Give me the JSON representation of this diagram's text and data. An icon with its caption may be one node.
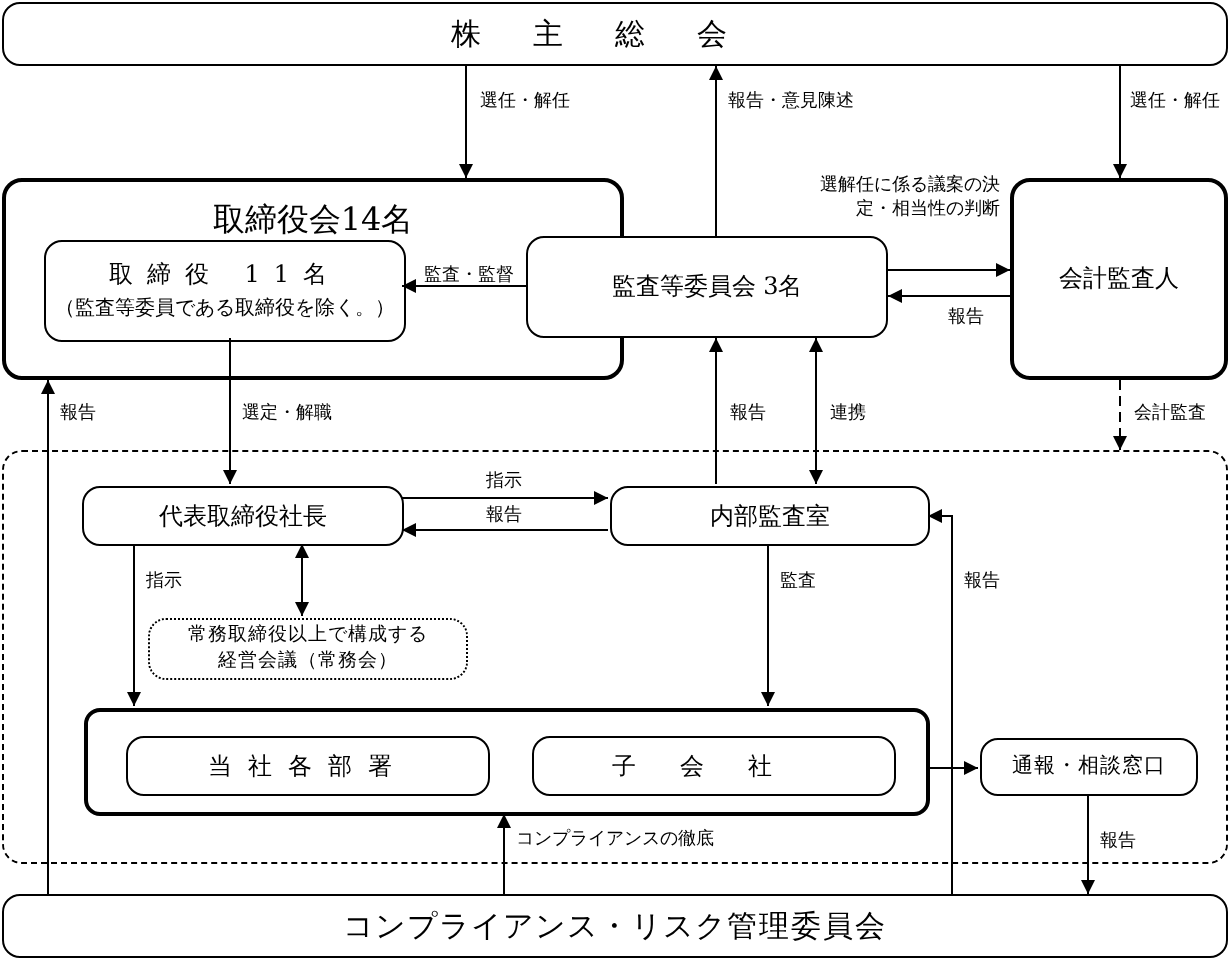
{
  "diagram": {
    "nodes": [
      {
        "text": [
          "株主総会"
        ]
      },
      {
        "text": [
          "取締役会14名"
        ]
      },
      {
        "text": [
          "取締役 11名",
          "（監査等委員である取締役を除く。）"
        ],
        "in": 1
      },
      {
        "text": [
          "監査等委員会 3名"
        ]
      },
      {
        "text": [
          "会計監査人"
        ]
      },
      {
        "text": [],
        "shape": "box"
      },
      {
        "text": [
          "代表取締役社長"
        ],
        "in": 5
      },
      {
        "text": [
          "内部監査室"
        ],
        "in": 5
      },
      {
        "text": [
          "常務取締役以上で構成する経営会議（常務会）"
        ],
        "in": 5
      },
      {
        "text": [],
        "shape": "box",
        "in": 5
      },
      {
        "text": [
          "当社各部署"
        ],
        "in": 9
      },
      {
        "text": [
          "子会社"
        ],
        "in": 9
      },
      {
        "text": [
          "通報・相談窓口"
        ],
        "in": 5
      },
      {
        "text": [
          "コンプライアンス・リスク管理委員会"
        ]
      }
    ],
    "edges": [
      {
        "from": 0,
        "to": 1,
        "arrow": "to",
        "label": "選任・解任"
      },
      {
        "from": 3,
        "to": 0,
        "arrow": "to",
        "label": "報告・意見陳述"
      },
      {
        "from": 0,
        "to": 4,
        "arrow": "to",
        "label": "選任・解任"
      },
      {
        "from": 3,
        "to": 4,
        "arrow": "to",
        "label": "選解任に係る議案の決定・相当性の判断"
      },
      {
        "from": 4,
        "to": 3,
        "arrow": "to",
        "label": "報告"
      },
      {
        "from": 3,
        "to": 2,
        "arrow": "to",
        "label": "監査・監督"
      },
      {
        "from": 2,
        "to": 6,
        "arrow": "to",
        "label": "選定・解職"
      },
      {
        "from": 7,
        "to": 3,
        "arrow": "to",
        "label": "報告"
      },
      {
        "from": 3,
        "to": 7,
        "arrow": "both",
        "label": "連携"
      },
      {
        "from": 13,
        "to": 1,
        "arrow": "to",
        "label": "報告"
      },
      {
        "from": 4,
        "to": 5,
        "arrow": "to",
        "label": "会計監査",
        "style": "dashed"
      },
      {
        "from": 6,
        "to": 7,
        "arrow": "to",
        "label": "指示"
      },
      {
        "from": 7,
        "to": 6,
        "arrow": "to",
        "label": "報告"
      },
      {
        "from": 6,
        "to": 9,
        "arrow": "to",
        "label": "指示"
      },
      {
        "from": 6,
        "to": 8,
        "arrow": "both"
      },
      {
        "from": 7,
        "to": 9,
        "arrow": "to",
        "label": "監査"
      },
      {
        "from": 9,
        "to": 12,
        "arrow": "to"
      },
      {
        "from": 12,
        "to": 13,
        "arrow": "to",
        "label": "報告"
      },
      {
        "from": 13,
        "to": 7,
        "arrow": "to",
        "label": "報告"
      },
      {
        "from": 13,
        "to": 9,
        "arrow": "to",
        "label": "コンプライアンスの徹底"
      }
    ]
  }
}
